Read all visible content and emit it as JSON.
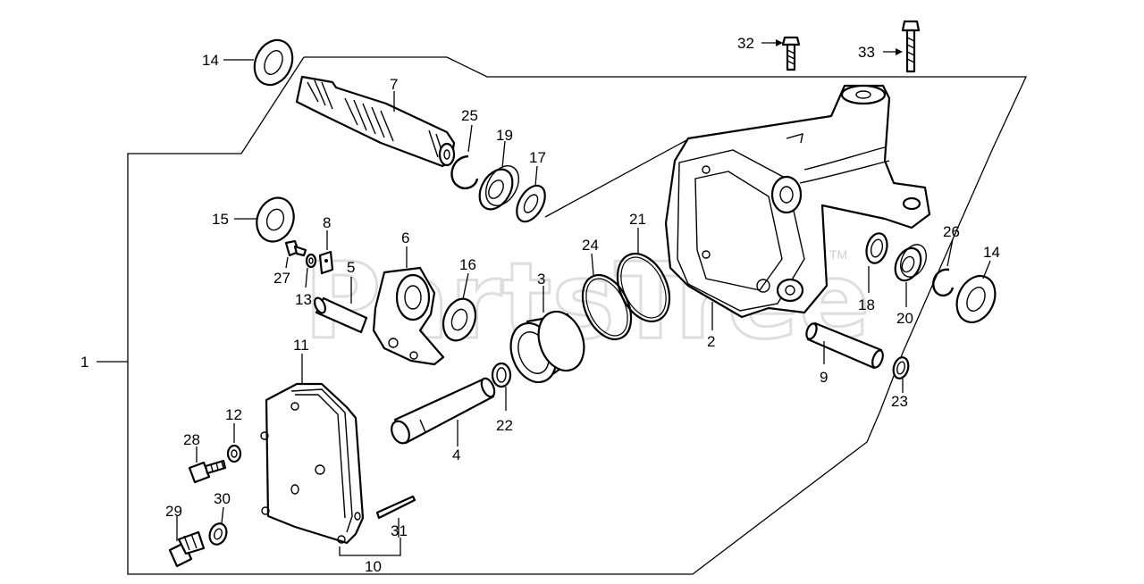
{
  "watermark": {
    "text": "PartsTree",
    "tm": "TM"
  },
  "callouts": {
    "c1": "1",
    "c2": "2",
    "c3": "3",
    "c4": "4",
    "c5": "5",
    "c6": "6",
    "c7": "7",
    "c8": "8",
    "c9": "9",
    "c10": "10",
    "c11": "11",
    "c12": "12",
    "c13": "13",
    "c14a": "14",
    "c14b": "14",
    "c15": "15",
    "c16": "16",
    "c17": "17",
    "c18": "18",
    "c19": "19",
    "c20": "20",
    "c21": "21",
    "c22": "22",
    "c23": "23",
    "c24": "24",
    "c25": "25",
    "c26": "26",
    "c27": "27",
    "c28": "28",
    "c29": "29",
    "c30": "30",
    "c31": "31",
    "c32": "32",
    "c33": "33"
  }
}
